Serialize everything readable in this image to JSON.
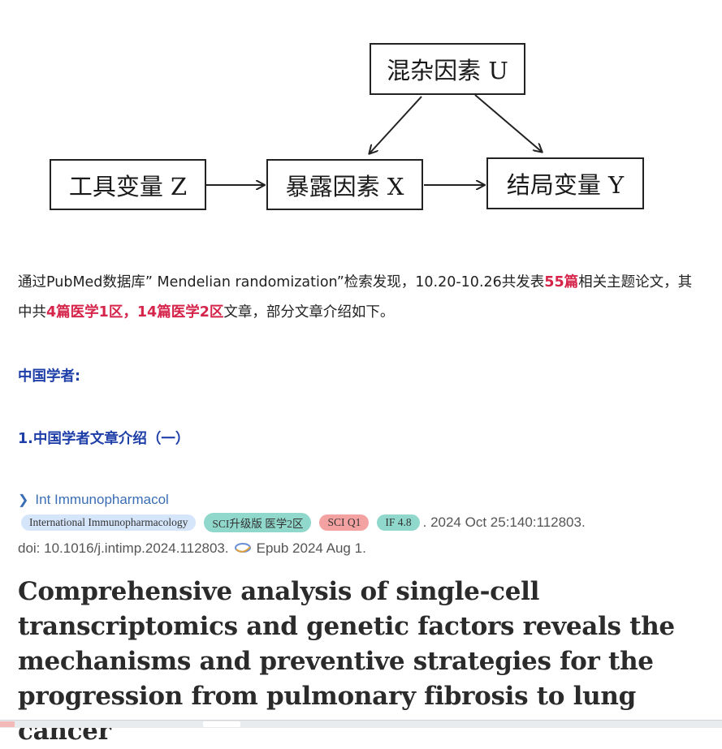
{
  "diagram": {
    "confounder": "混杂因素 U",
    "instrument": "工具变量 Z",
    "exposure": "暴露因素 X",
    "outcome": "结局变量 Y"
  },
  "intro": {
    "part1": "通过PubMed数据库” Mendelian randomization”检索发现，10.20-10.26共发表",
    "count_total": "55篇",
    "part2": "相关主题论文，其中共",
    "count_q": "4篇医学1区，14篇医学2区",
    "part3": "文章，部分文章介绍如下。"
  },
  "sections": {
    "chinese_scholars": "中国学者:",
    "article_1_heading": "1.中国学者文章介绍（一）"
  },
  "citation": {
    "journal_abbrev": "Int Immunopharmacol",
    "badges": {
      "journal_full": "International Immunopharmacology",
      "sci_zone": "SCI升级版 医学2区",
      "sci_q": "SCI Q1",
      "impact_factor": "IF 4.8"
    },
    "date_volume": ". 2024 Oct 25:140:112803.",
    "doi": "doi: 10.1016/j.intimp.2024.112803.",
    "epub": "Epub 2024 Aug 1."
  },
  "article": {
    "title": "Comprehensive analysis of single-cell transcriptomics and genetic factors reveals the mechanisms and preventive strategies for the progression from pulmonary fibrosis to lung cancer"
  },
  "colors": {
    "highlight": "#d6254b",
    "section_heading": "#1f3fa8",
    "link": "#3a6db5"
  }
}
